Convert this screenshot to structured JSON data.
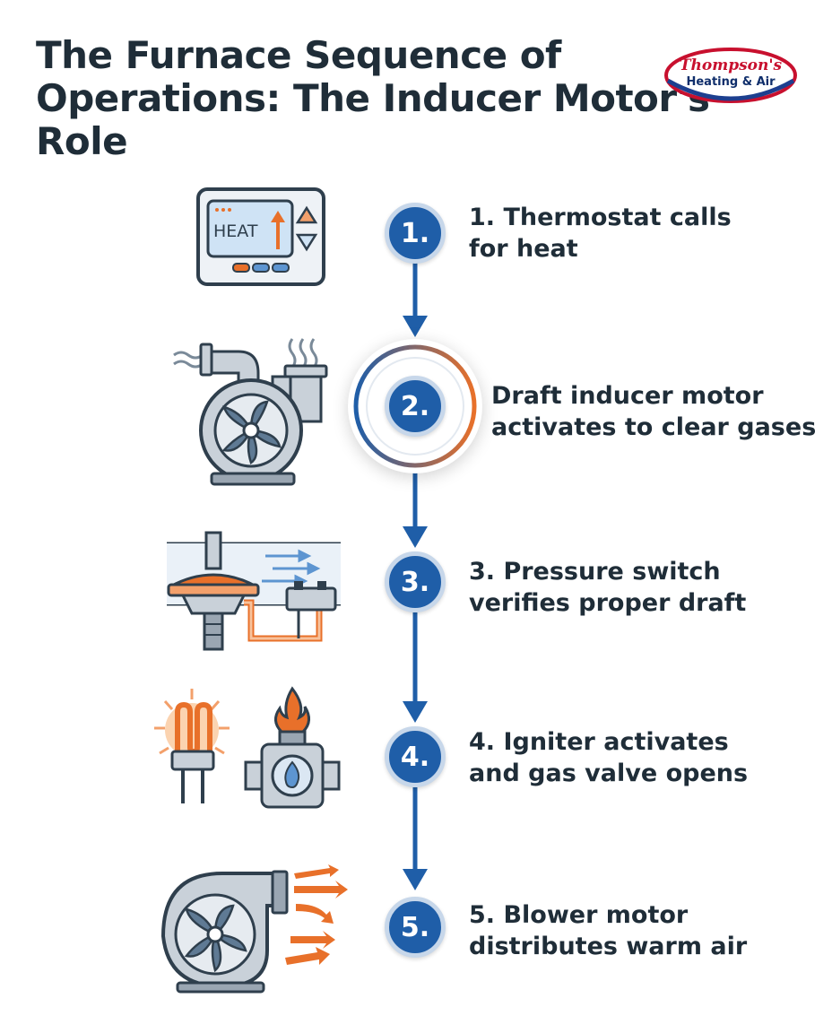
{
  "title": "The Furnace Sequence of Operations: The Inducer Motor's Role",
  "logo": {
    "line1": "Thompson's",
    "line2": "Heating & Air"
  },
  "thermostat_display": "HEAT",
  "steps": [
    {
      "badge": "1.",
      "line1": "1. Thermostat calls",
      "line2": "for heat",
      "icon": "thermostat-icon"
    },
    {
      "badge": "2.",
      "line1": "Draft inducer motor",
      "line2": "activates to clear gases",
      "icon": "inducer-motor-icon"
    },
    {
      "badge": "3.",
      "line1": "3. Pressure switch",
      "line2": "verifies proper draft",
      "icon": "pressure-switch-icon"
    },
    {
      "badge": "4.",
      "line1": "4. Igniter activates",
      "line2": "and gas valve opens",
      "icon": "igniter-gas-valve-icon"
    },
    {
      "badge": "5.",
      "line1": "5. Blower motor",
      "line2": "distributes warm air",
      "icon": "blower-motor-icon"
    }
  ],
  "colors": {
    "primary": "#1f5ea8",
    "accent": "#e8702a",
    "text": "#1f2d38"
  }
}
